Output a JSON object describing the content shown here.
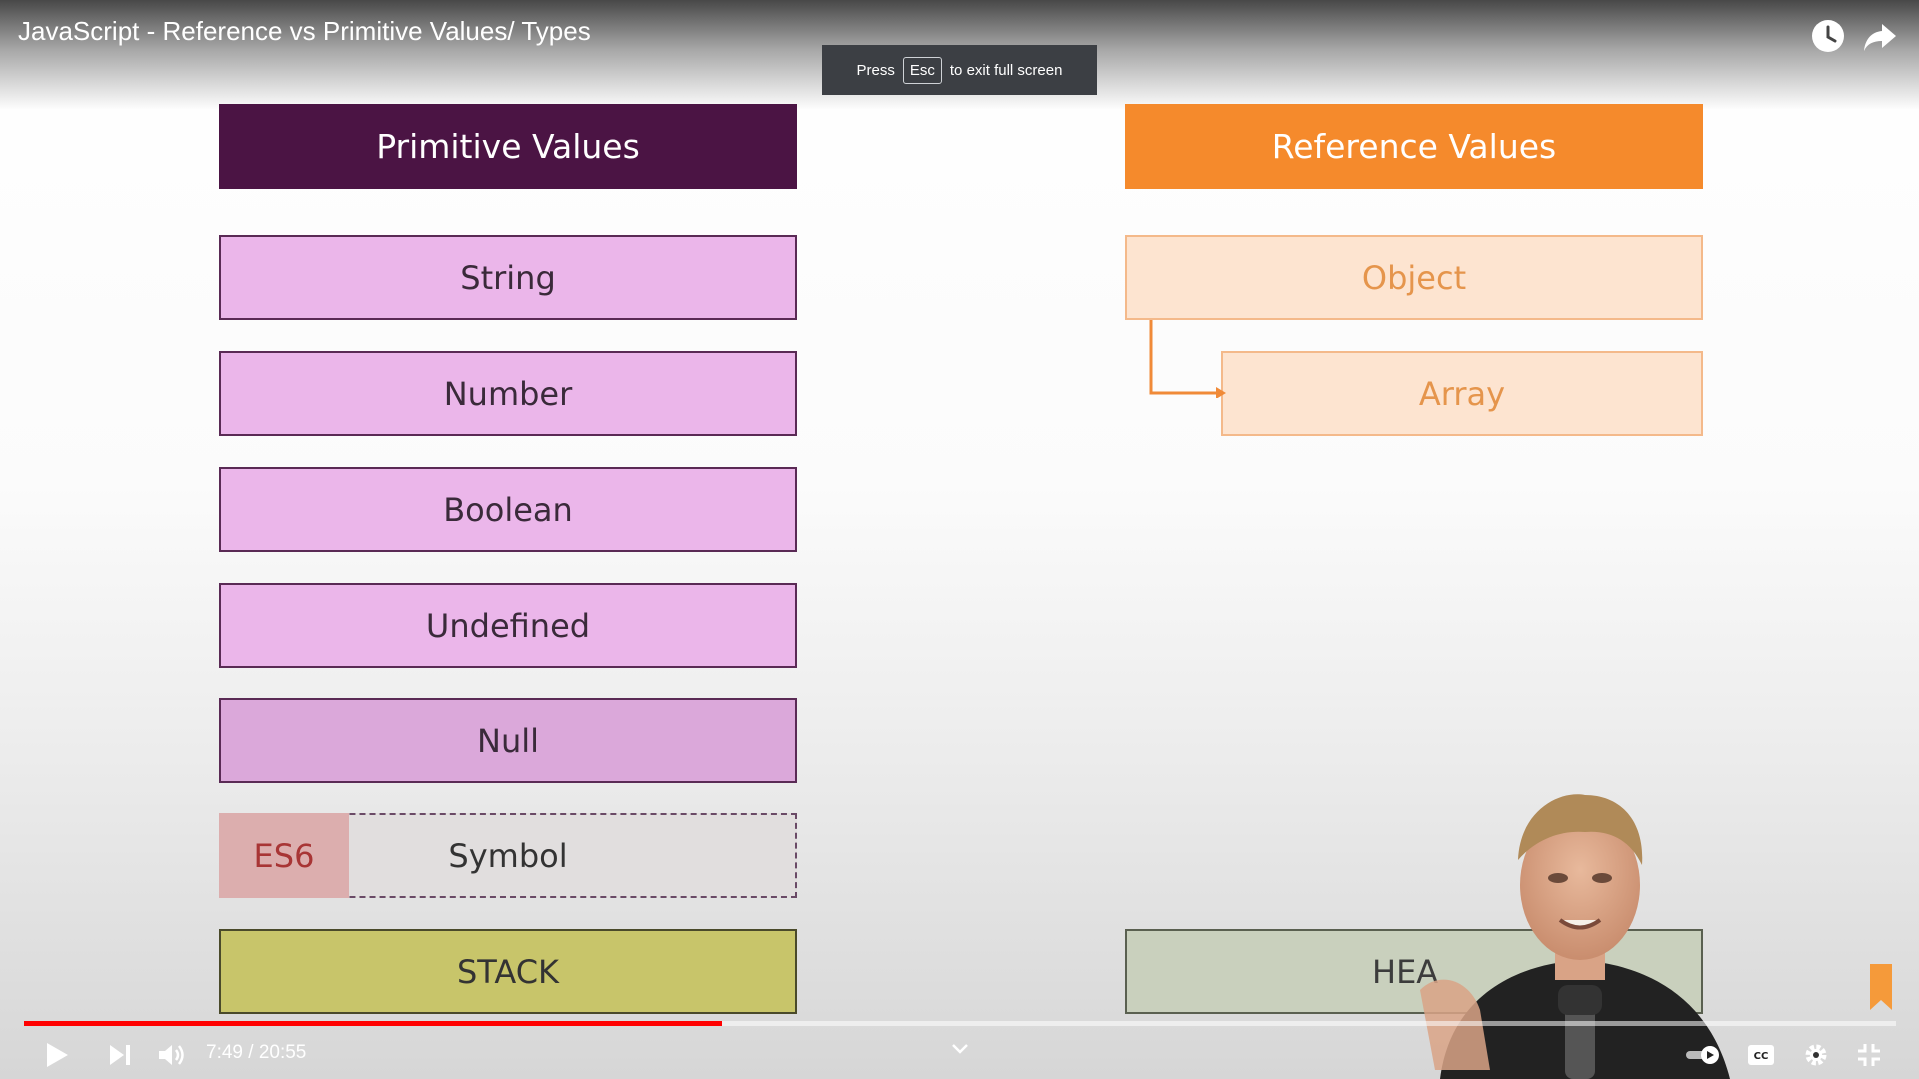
{
  "video": {
    "title": "JavaScript - Reference vs Primitive Values/ Types",
    "fullscreen_toast": {
      "press": "Press",
      "key": "Esc",
      "message": "to exit full screen"
    },
    "icons": [
      "watch-later-icon",
      "share-icon"
    ]
  },
  "slide": {
    "primitive_header": "Primitive Values",
    "reference_header": "Reference Values",
    "primitive_types": [
      "String",
      "Number",
      "Boolean",
      "Undefined",
      "Null"
    ],
    "es6_badge": "ES6",
    "symbol_label": "Symbol",
    "stack_label": "STACK",
    "reference_types": [
      "Object",
      "Array"
    ],
    "heap_label": "HEA",
    "colors": {
      "primitive_header": "#4b1444",
      "reference_header": "#f58a2c",
      "primitive_box": "#ebb6ea",
      "reference_box": "#fde4d0",
      "stack": "#c8c56a",
      "heap": "#c9d0bd"
    }
  },
  "player": {
    "current_time": "7:49",
    "duration": "20:55",
    "time_display": "7:49 / 20:55",
    "progress_percent": 37.3,
    "accent": "#ff0000",
    "controls": [
      "play-icon",
      "next-icon",
      "volume-icon",
      "chevron-down-icon",
      "autoplay-toggle",
      "captions-icon",
      "settings-icon",
      "exit-fullscreen-icon"
    ]
  }
}
